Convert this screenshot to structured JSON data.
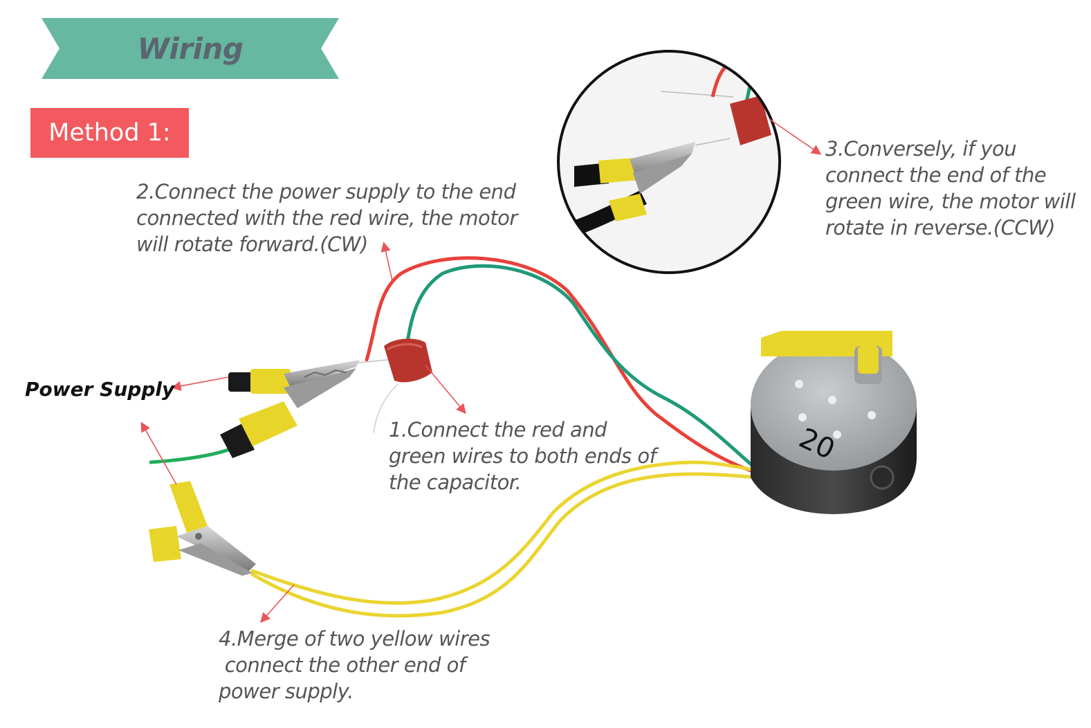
{
  "banner": {
    "title": "Wiring",
    "color": "#66b8a0"
  },
  "method": {
    "label": "Method 1:",
    "color": "#f25a5f"
  },
  "power_supply": {
    "label": "Power Supply"
  },
  "steps": {
    "step2": {
      "lines": [
        "2.Connect the power supply to the end",
        "connected with the red wire, the motor",
        "will rotate forward.(CW)"
      ]
    },
    "step3": {
      "lines": [
        "3.Conversely, if you",
        "connect the end of the",
        "green wire, the motor will",
        "rotate in reverse.(CCW)"
      ]
    },
    "step1": {
      "lines": [
        "1.Connect the red and",
        "green wires to both ends of",
        "the capacitor."
      ]
    },
    "step4": {
      "lines": [
        "4.Merge of two yellow wires",
        " connect the other end of",
        "power supply."
      ]
    }
  },
  "motor": {
    "marking": "20"
  },
  "colors": {
    "arrow": "#e8555a",
    "red_wire": "#e8413a",
    "green_wire": "#1f9a78",
    "yellow_wire": "#ead531",
    "capacitor": "#b8352e",
    "clip_tape": "#e8d52a",
    "text": "#555555"
  },
  "icons": [
    "arrow-pointer",
    "alligator-clip",
    "capacitor",
    "gear-motor"
  ]
}
